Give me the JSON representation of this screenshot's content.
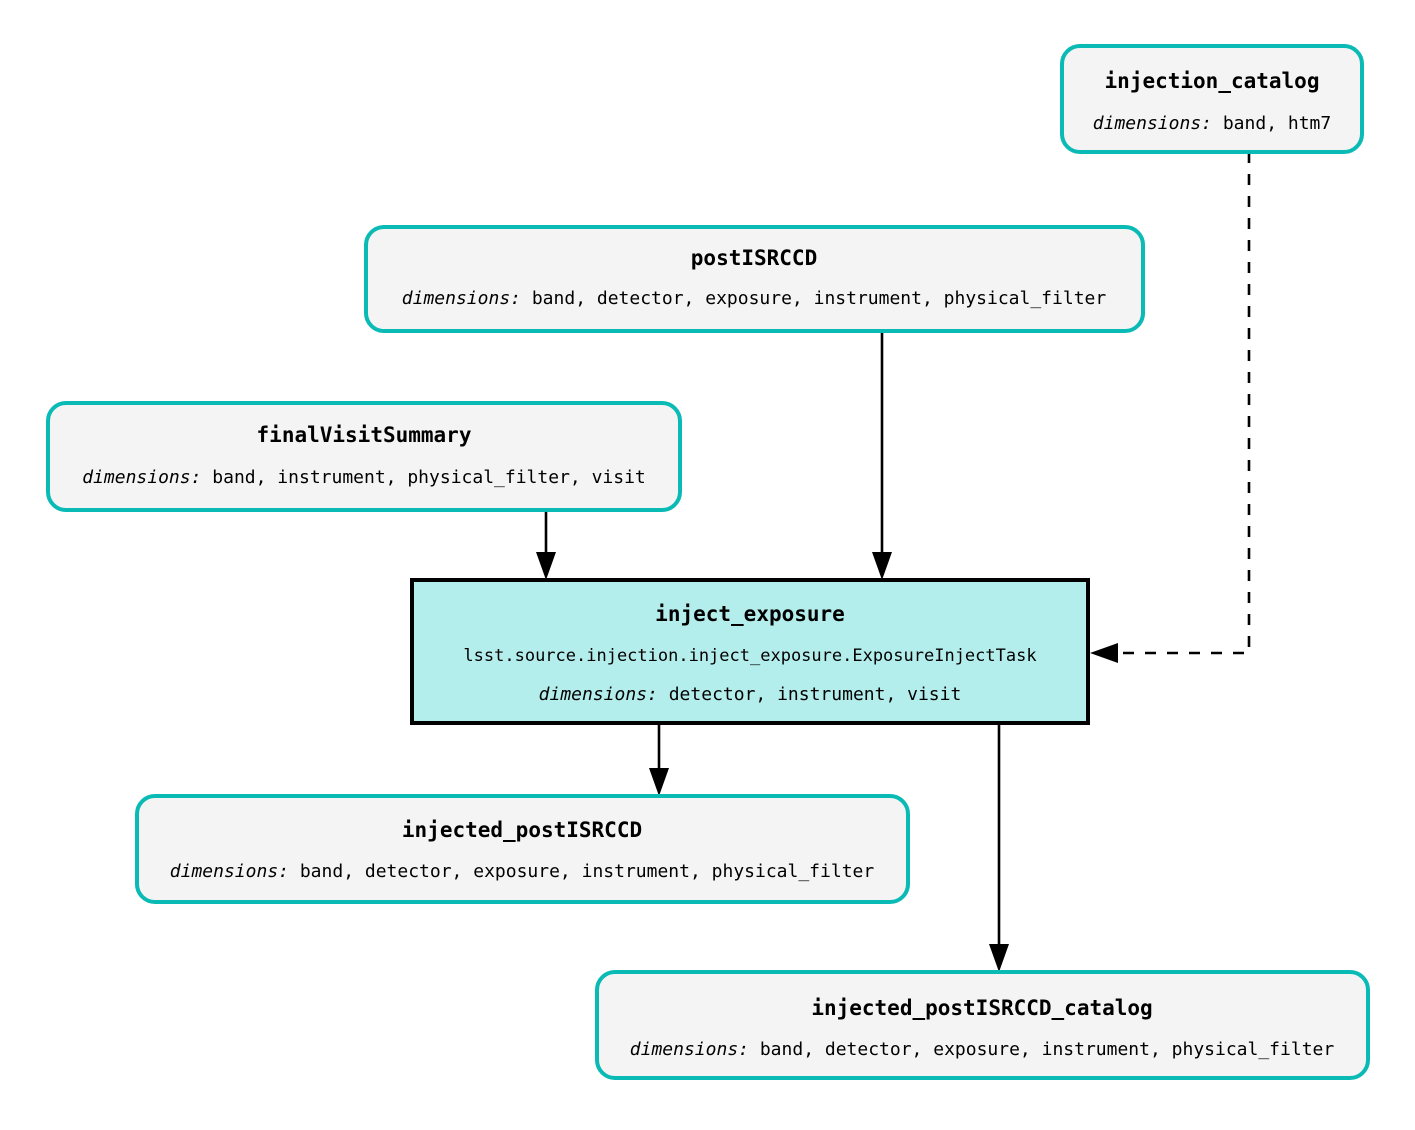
{
  "diagram": {
    "kind": "pipeline-quantum-graph",
    "background_color": "#ffffff",
    "dataset_fill_color": "#f4f4f4",
    "dataset_border_color": "#0abab5",
    "task_fill_color": "#b3eeec",
    "task_border_color": "#000000",
    "edge_color": "#000000",
    "dims_label": "dimensions:"
  },
  "nodes": {
    "injection_catalog": {
      "title": "injection_catalog",
      "dims_key": "dimensions:",
      "dims_value": "band, htm7",
      "type": "dataset"
    },
    "postISRCCD": {
      "title": "postISRCCD",
      "dims_key": "dimensions:",
      "dims_value": "band, detector, exposure, instrument, physical_filter",
      "type": "dataset"
    },
    "finalVisitSummary": {
      "title": "finalVisitSummary",
      "dims_key": "dimensions:",
      "dims_value": "band, instrument, physical_filter, visit",
      "type": "dataset"
    },
    "inject_exposure": {
      "title": "inject_exposure",
      "class_path": "lsst.source.injection.inject_exposure.ExposureInjectTask",
      "dims_key": "dimensions:",
      "dims_value": "detector, instrument, visit",
      "type": "task"
    },
    "injected_postISRCCD": {
      "title": "injected_postISRCCD",
      "dims_key": "dimensions:",
      "dims_value": "band, detector, exposure, instrument, physical_filter",
      "type": "dataset"
    },
    "injected_postISRCCD_catalog": {
      "title": "injected_postISRCCD_catalog",
      "dims_key": "dimensions:",
      "dims_value": "band, detector, exposure, instrument, physical_filter",
      "type": "dataset"
    }
  },
  "edges": [
    {
      "from": "postISRCCD",
      "to": "inject_exposure",
      "style": "solid"
    },
    {
      "from": "finalVisitSummary",
      "to": "inject_exposure",
      "style": "solid"
    },
    {
      "from": "injection_catalog",
      "to": "inject_exposure",
      "style": "dashed"
    },
    {
      "from": "inject_exposure",
      "to": "injected_postISRCCD",
      "style": "solid"
    },
    {
      "from": "inject_exposure",
      "to": "injected_postISRCCD_catalog",
      "style": "solid"
    }
  ]
}
